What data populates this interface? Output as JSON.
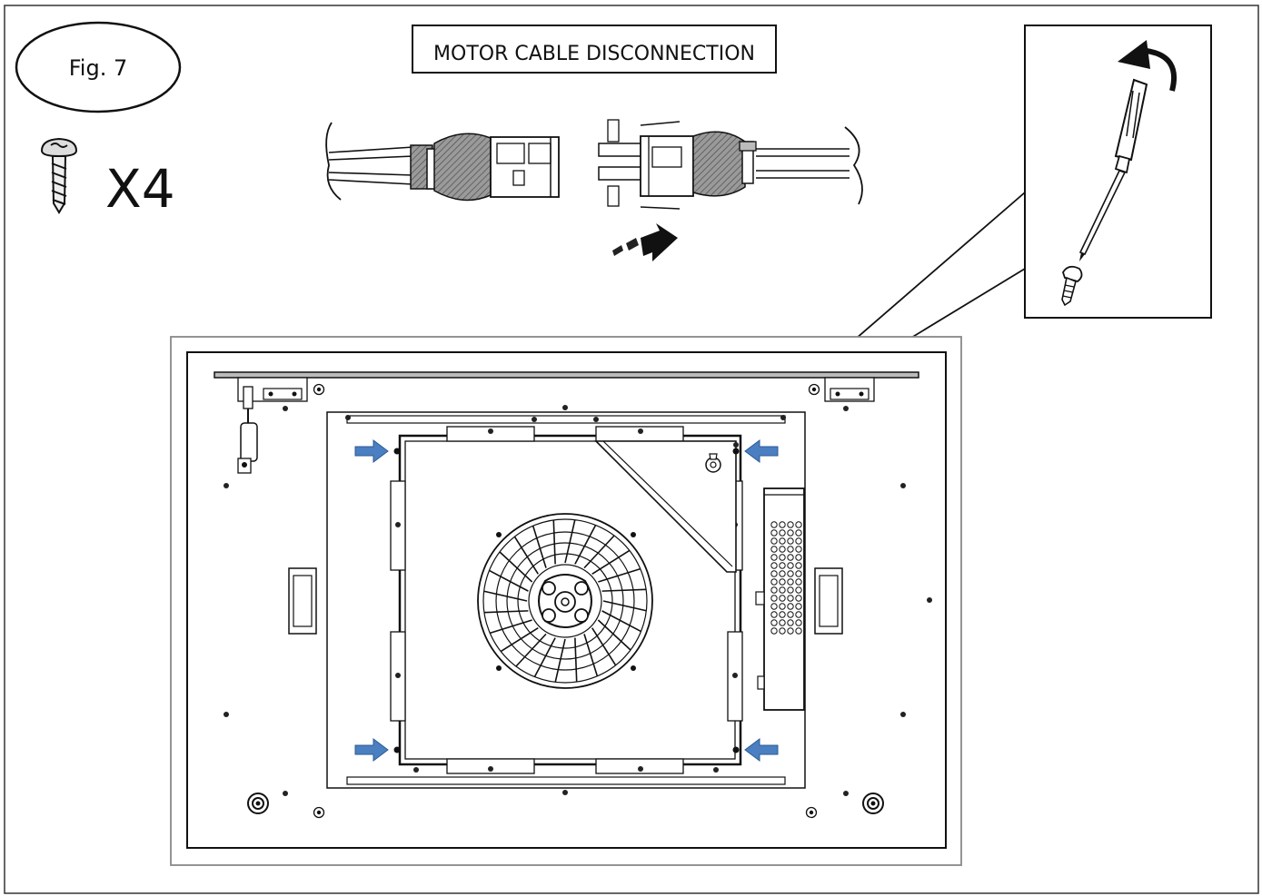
{
  "figure": {
    "fig_label": "Fig. 7",
    "quantity_label": "X4",
    "title": "MOTOR CABLE DISCONNECTION"
  },
  "icons": {
    "screw": "screw-icon",
    "screwdriver": "screwdriver-icon",
    "rotate_arrow": "rotate-counterclockwise-arrow-icon",
    "pull_arrow": "pull-apart-arrow-icon",
    "pointer_arrow": "blue-pointer-arrow-icon"
  },
  "colors": {
    "pointer_arrow": "#4a7fc1",
    "line": "#111111",
    "cable_shading": "#8a8a8a"
  },
  "markers": {
    "screw_locations": 4
  }
}
